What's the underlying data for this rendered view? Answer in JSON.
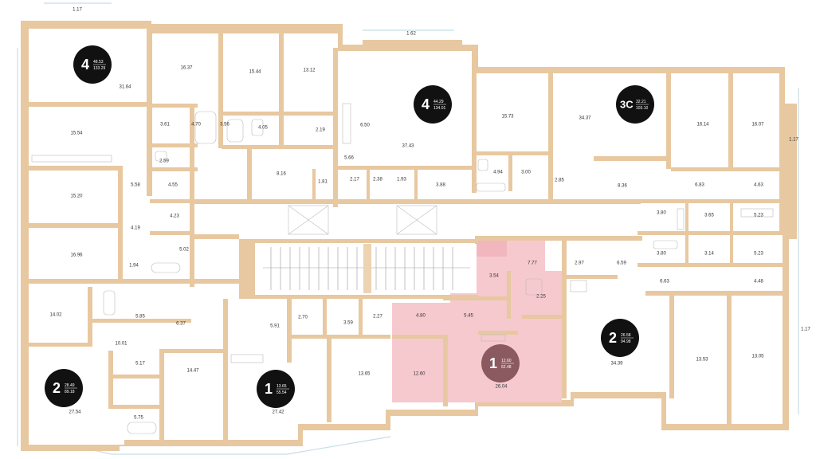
{
  "plan": {
    "colors": {
      "wall": "#e8c8a0",
      "selected_fill": "#f6c9cf",
      "badge": "#111111",
      "selected_badge": "#8a5a60",
      "text": "#333333"
    },
    "apartments": [
      {
        "id": "apt-4-nw",
        "rooms": "4",
        "living": "48.53",
        "total": "133.29",
        "selected": false
      },
      {
        "id": "apt-4-center",
        "rooms": "4",
        "living": "44.29",
        "total": "134.01",
        "selected": false
      },
      {
        "id": "apt-3c",
        "rooms": "3С",
        "living": "32.21",
        "total": "103.10",
        "selected": false
      },
      {
        "id": "apt-2-se",
        "rooms": "2",
        "living": "26.58",
        "total": "94.98",
        "selected": false
      },
      {
        "id": "apt-1-selected",
        "rooms": "1",
        "living": "12.60",
        "total": "62.48",
        "selected": true
      },
      {
        "id": "apt-1-sw",
        "rooms": "1",
        "living": "13.65",
        "total": "55.54",
        "selected": false
      },
      {
        "id": "apt-2-sw",
        "rooms": "2",
        "living": "28.49",
        "total": "89.18",
        "selected": false
      }
    ],
    "room_areas": [
      "1.17",
      "31.64",
      "16.37",
      "15.44",
      "13.12",
      "1.62",
      "15.73",
      "34.37",
      "16.14",
      "16.07",
      "1.17",
      "3.61",
      "4.70",
      "3.56",
      "4.05",
      "2.19",
      "6.50",
      "37.43",
      "15.54",
      "2.59",
      "5.66",
      "4.94",
      "3.00",
      "2.85",
      "8.36",
      "6.83",
      "4.63",
      "5.58",
      "4.55",
      "8.16",
      "1.81",
      "2.17",
      "2.38",
      "1.93",
      "3.88",
      "15.20",
      "4.23",
      "3.80",
      "3.65",
      "5.23",
      "4.19",
      "16.96",
      "5.02",
      "1.94",
      "3.80",
      "3.14",
      "5.23",
      "7.77",
      "2.97",
      "6.59",
      "3.54",
      "2.25",
      "6.63",
      "4.48",
      "14.02",
      "5.85",
      "6.37",
      "5.91",
      "2.70",
      "3.59",
      "2.27",
      "4.80",
      "5.45",
      "1.17",
      "10.01",
      "13.53",
      "13.05",
      "34.39",
      "5.17",
      "14.47",
      "12.60",
      "26.04",
      "13.65",
      "5.75",
      "27.54",
      "27.42"
    ]
  }
}
